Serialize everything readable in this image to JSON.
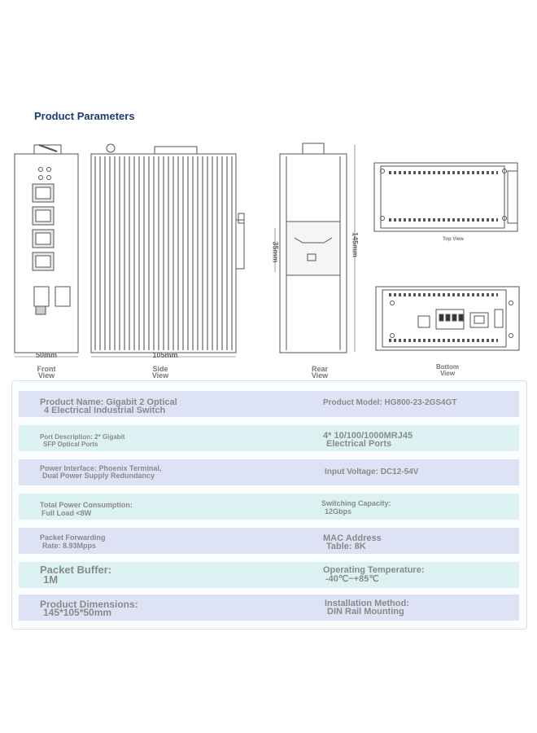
{
  "title": "Product Parameters",
  "views": {
    "front": "Front View",
    "side": "Side View",
    "rear": "Rear View",
    "top": "Top View",
    "bottom": "Bottom View"
  },
  "dimensions": {
    "width": "50mm",
    "depth": "105mm",
    "height": "145mm",
    "rail": "35mm"
  },
  "parameters": [
    {
      "left": [
        "Product Name: Gigabit 2 Optical",
        "4 Electrical Industrial Switch"
      ],
      "right": [
        "Product Model: HG800-23-2GS4GT",
        ""
      ]
    },
    {
      "left": [
        "Port Description: 2* Gigabit",
        "SFP Optical Ports"
      ],
      "right": [
        "4* 10/100/1000MRJ45",
        "Electrical Ports"
      ]
    },
    {
      "left": [
        "Power Interface: Phoenix Terminal,",
        "Dual Power Supply Redundancy"
      ],
      "right": [
        "Input Voltage: DC12-54V",
        ""
      ]
    },
    {
      "left": [
        "Total Power Consumption:",
        "Full Load <8W"
      ],
      "right": [
        "Switching Capacity:",
        "12Gbps"
      ]
    },
    {
      "left": [
        "Packet Forwarding",
        "Rate: 8.93Mpps"
      ],
      "right": [
        "MAC Address",
        "Table: 8K"
      ]
    },
    {
      "left": [
        "Packet Buffer:",
        "1M"
      ],
      "right": [
        "Operating Temperature:",
        "-40℃~+85℃"
      ]
    },
    {
      "left": [
        "Product Dimensions:",
        "145*105*50mm"
      ],
      "right": [
        "Installation Method:",
        "DIN Rail Mounting"
      ]
    }
  ],
  "colors": {
    "title": "#1f3a6e",
    "row_blue": "#dde3f4",
    "row_mint": "#dcf1f1",
    "table_border": "#cfe3ef"
  }
}
